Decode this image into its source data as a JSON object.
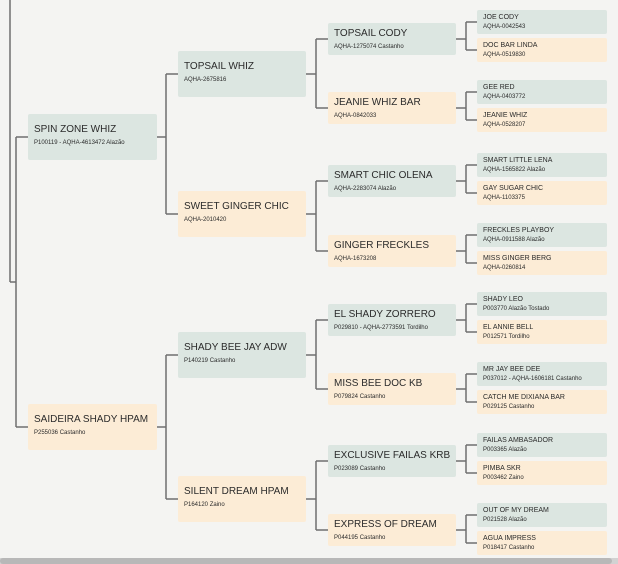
{
  "gen1": {
    "sire": {
      "name": "SPIN ZONE WHIZ",
      "reg": "P100119 - AQHA-4613472 Alazão"
    },
    "dam": {
      "name": "SAIDEIRA SHADY HPAM",
      "reg": "P255036 Castanho"
    }
  },
  "gen2": [
    {
      "name": "TOPSAIL WHIZ",
      "reg": "AQHA-2675816"
    },
    {
      "name": "SWEET GINGER CHIC",
      "reg": "AQHA-2010420"
    },
    {
      "name": "SHADY BEE JAY ADW",
      "reg": "P140219 Castanho"
    },
    {
      "name": "SILENT DREAM HPAM",
      "reg": "P164120 Zaino"
    }
  ],
  "gen3": [
    {
      "name": "TOPSAIL CODY",
      "reg": "AQHA-1275074 Castanho"
    },
    {
      "name": "JEANIE WHIZ BAR",
      "reg": "AQHA-0842033"
    },
    {
      "name": "SMART CHIC OLENA",
      "reg": "AQHA-2283074 Alazão"
    },
    {
      "name": "GINGER FRECKLES",
      "reg": "AQHA-1673208"
    },
    {
      "name": "EL SHADY ZORRERO",
      "reg": "P029810 - AQHA-2773591 Tordilho"
    },
    {
      "name": "MISS BEE DOC KB",
      "reg": "P079824 Castanho"
    },
    {
      "name": "EXCLUSIVE FAILAS KRB",
      "reg": "P023089 Castanho"
    },
    {
      "name": "EXPRESS OF DREAM",
      "reg": "P044195 Castanho"
    }
  ],
  "gen4": [
    {
      "name": "JOE CODY",
      "reg": "AQHA-0042543"
    },
    {
      "name": "DOC BAR LINDA",
      "reg": "AQHA-0519830"
    },
    {
      "name": "GEE RED",
      "reg": "AQHA-0403772"
    },
    {
      "name": "JEANIE WHIZ",
      "reg": "AQHA-0528207"
    },
    {
      "name": "SMART LITTLE LENA",
      "reg": "AQHA-1565822 Alazão"
    },
    {
      "name": "GAY SUGAR CHIC",
      "reg": "AQHA-1103375"
    },
    {
      "name": "FRECKLES PLAYBOY",
      "reg": "AQHA-0911588 Alazão"
    },
    {
      "name": "MISS GINGER BERG",
      "reg": "AQHA-0260814"
    },
    {
      "name": "SHADY LEO",
      "reg": "P003770 Alazão Tostado"
    },
    {
      "name": "EL ANNIE BELL",
      "reg": "P012571 Tordilho"
    },
    {
      "name": "MR JAY BEE DEE",
      "reg": "P037012 - AQHA-1606181 Castanho"
    },
    {
      "name": "CATCH ME DIXIANA BAR",
      "reg": "P029125 Castanho"
    },
    {
      "name": "FAILAS AMBASADOR",
      "reg": "P003365 Alazão"
    },
    {
      "name": "PIMBA SKR",
      "reg": "P003462 Zaino"
    },
    {
      "name": "OUT OF MY DREAM",
      "reg": "P021528 Alazão"
    },
    {
      "name": "AGUA IMPRESS",
      "reg": "P018417 Castanho"
    }
  ],
  "colors": {
    "sire": "#dce6e1",
    "dam": "#fcecd6",
    "line": "#6f6f6f",
    "background": "#f4f4f2"
  }
}
